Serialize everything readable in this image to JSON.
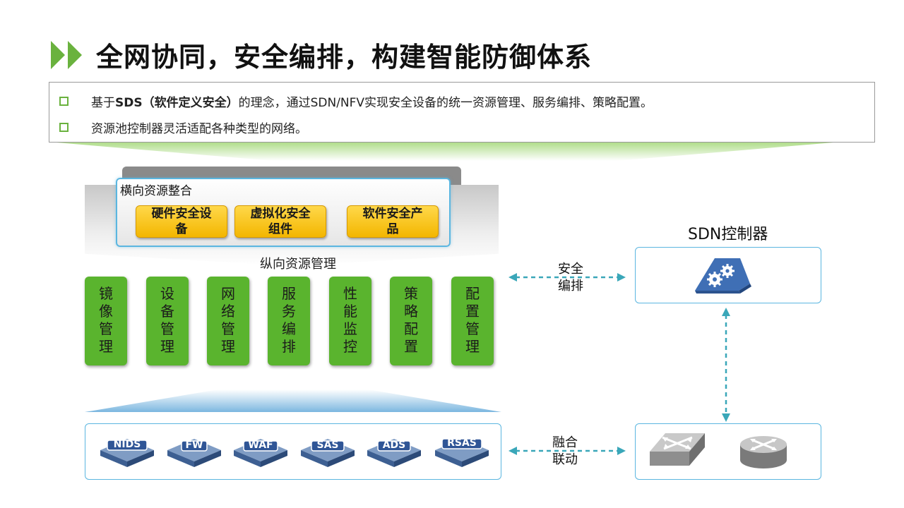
{
  "title": "全网协同，安全编排，构建智能防御体系",
  "summary": {
    "bullet1_prefix": "基于",
    "bullet1_bold": "SDS（软件定义安全）",
    "bullet1_suffix": "的理念，通过SDN/NFV实现安全设备的统一资源管理、服务编排、策略配置。",
    "bullet2": "资源池控制器灵活适配各种类型的网络。"
  },
  "integration": {
    "label": "横向资源整合",
    "items": [
      "硬件安全设备",
      "虚拟化安全组件",
      "软件安全产品"
    ]
  },
  "vertical_label": "纵向资源管理",
  "pillars": [
    "镜像管理",
    "设备管理",
    "网络管理",
    "服务编排",
    "性能监控",
    "策略配置",
    "配置管理"
  ],
  "devices": [
    "NIDS",
    "FW",
    "WAF",
    "SAS",
    "ADS",
    "RSAS"
  ],
  "sdn": {
    "title": "SDN控制器",
    "top_link_label": [
      "安全",
      "编排"
    ],
    "bottom_link_label": [
      "融合",
      "联动"
    ]
  },
  "colors": {
    "accent_green": "#5ab42e",
    "accent_blue": "#5bb6e0",
    "yellow": "#f3b600",
    "arrow_teal": "#3aa7b9"
  },
  "icons": [
    "double-chevron-right-icon",
    "gears-icon",
    "switch-icon",
    "router-icon"
  ]
}
